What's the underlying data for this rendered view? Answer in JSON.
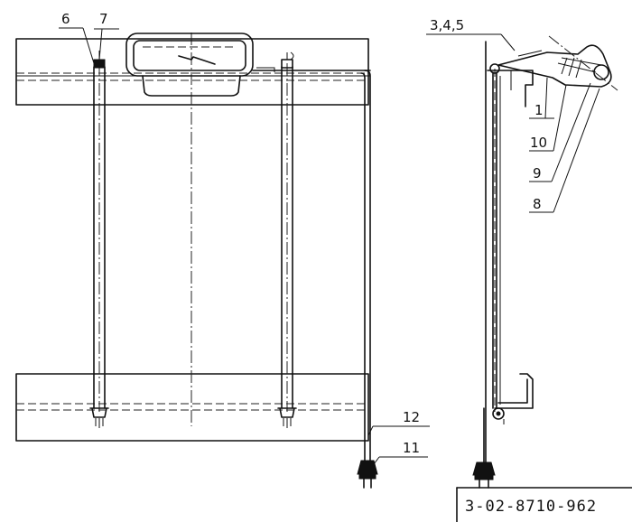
{
  "callouts": {
    "c1": "1",
    "c6": "6",
    "c7": "7",
    "c8": "8",
    "c9": "9",
    "c10": "10",
    "c11": "11",
    "c12": "12",
    "c345": "3,4,5"
  },
  "document_number": "3-02-8710-962",
  "colors": {
    "ink": "#111111",
    "paper": "#ffffff"
  }
}
